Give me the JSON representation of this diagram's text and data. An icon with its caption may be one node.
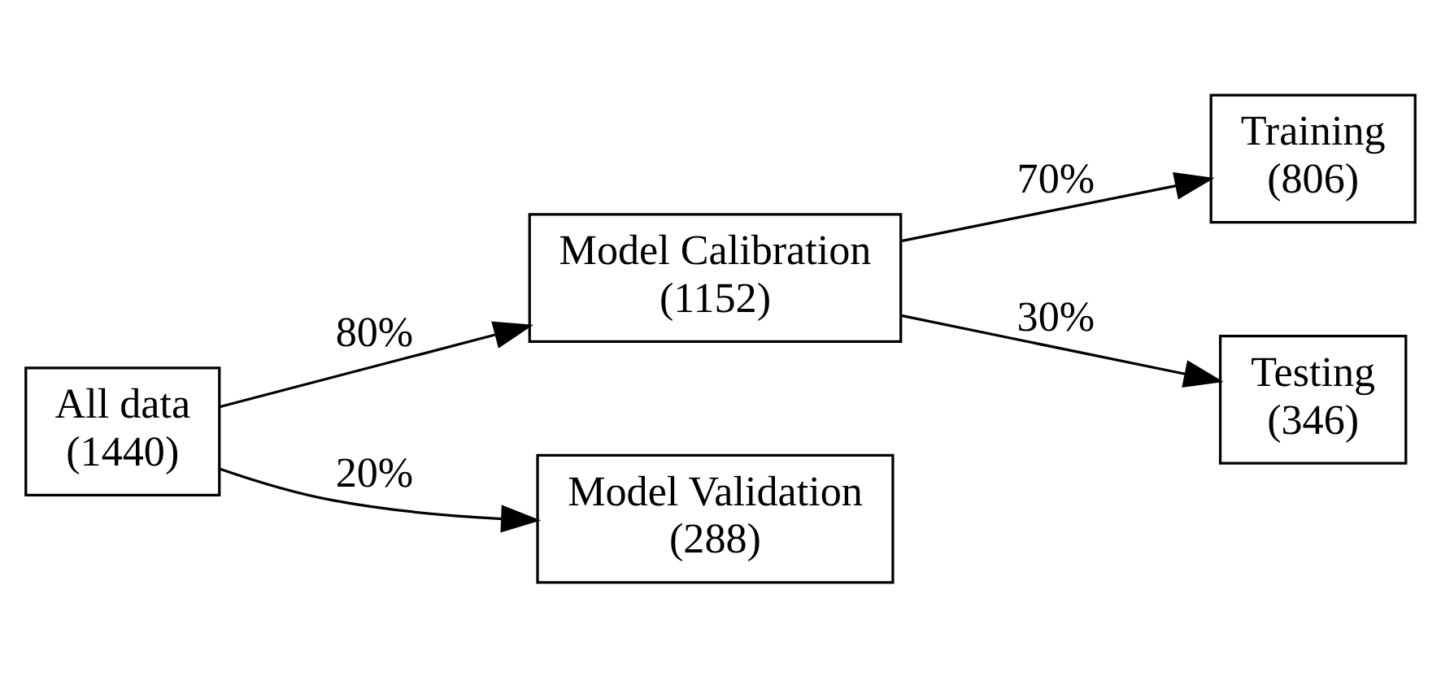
{
  "diagram": {
    "nodes": [
      {
        "text": [
          "All data",
          "(1440)"
        ]
      },
      {
        "text": [
          "Model Calibration",
          "(1152)"
        ]
      },
      {
        "text": [
          "Model Validation",
          "(288)"
        ]
      },
      {
        "text": [
          "Training",
          "(806)"
        ]
      },
      {
        "text": [
          "Testing",
          "(346)"
        ]
      }
    ],
    "edges": [
      {
        "from": 0,
        "to": 1,
        "arrow": "to",
        "label": "80%"
      },
      {
        "from": 0,
        "to": 2,
        "arrow": "to",
        "label": "20%"
      },
      {
        "from": 1,
        "to": 3,
        "arrow": "to",
        "label": "70%"
      },
      {
        "from": 1,
        "to": 4,
        "arrow": "to",
        "label": "30%"
      }
    ]
  }
}
